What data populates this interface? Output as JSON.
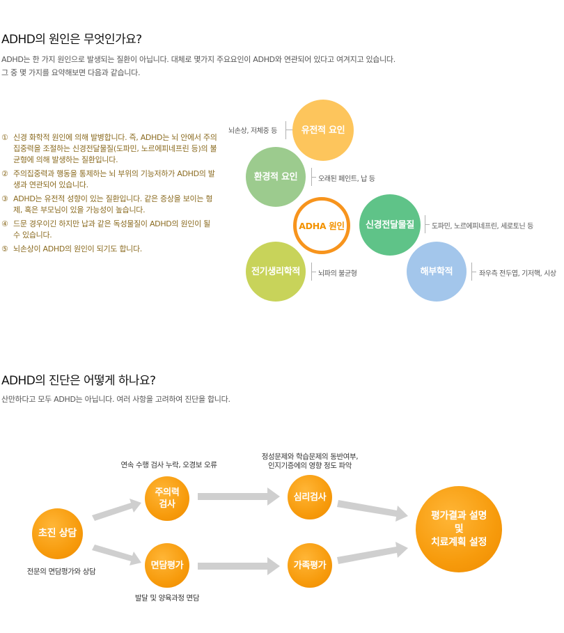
{
  "section1": {
    "title": "ADHD의 원인은 무엇인가요?",
    "desc_line1": "ADHD는 한 가지 원인으로 발생되는 질환이 아닙니다. 대체로 몇가지 주요요인이 ADHD와 연관되어 있다고 여겨지고 있습니다.",
    "desc_line2": "그 중 몇 가지를 요약해보면 다음과 같습니다.",
    "causes": [
      {
        "num": "①",
        "text": "신경 화학적 원인에 의해 발병합니다. 즉, ADHD는 뇌 안에서 주의집중력을 조절하는 신경전달물질(도파민, 노르에피네프린 등)의 불균형에 의해 발생하는 질환입니다."
      },
      {
        "num": "②",
        "text": "주의집중력과 행동을 통제하는 뇌 부위의 기능저하가 ADHD의 발생과 연관되어 있습니다."
      },
      {
        "num": "③",
        "text": "ADHD는 유전적 성향이 있는 질환입니다. 같은 증상을 보이는 형제, 혹은 부모님이 있을 가능성이 높습니다."
      },
      {
        "num": "④",
        "text": "드문 경우이긴 하지만 납과 같은 독성물질이 ADHD의 원인이 될 수 있습니다."
      },
      {
        "num": "⑤",
        "text": "뇌손상이 ADHD의 원인이 되기도 합니다."
      }
    ],
    "diagram": {
      "center": "ADHA 원인",
      "genetic": "유전적 요인",
      "genetic_note": "뇌손상, 저체중 등",
      "environmental": "환경적 요인",
      "environmental_note": "오래된 페인트, 납 등",
      "neuro": "신경전달물질",
      "neuro_note": "도파민, 노르에피네프린, 세로토닌 등",
      "electro": "전기생리학적",
      "electro_note": "뇌파의 불균형",
      "anatomy": "해부학적",
      "anatomy_note": "좌우측 전두엽, 기저핵, 시상",
      "colors": {
        "genetic": "#fdc55c",
        "environmental": "#9ccb8e",
        "neuro": "#5fc388",
        "electro": "#c8d35a",
        "anatomy": "#a3c6eb",
        "center_ring": "#f7941d"
      }
    }
  },
  "section2": {
    "title": "ADHD의 진단은 어떻게 하나요?",
    "desc": "산만하다고 모두 ADHD는 아닙니다. 여러 사항을 고려하여 진단을 합니다.",
    "flow": {
      "initial": "초진 상담",
      "initial_note": "전문의 면담평가와 상담",
      "attention_l1": "주의력",
      "attention_l2": "검사",
      "attention_note": "연속 수행 검사 누락, 오경보 오류",
      "interview": "면담평가",
      "interview_note": "발달 및 양육과정 면담",
      "psych": "심리검사",
      "psych_note_l1": "정성문제와 학습문제의 동반여부,",
      "psych_note_l2": "인지기증에의 영향 정도 파악",
      "family": "가족평가",
      "result_l1": "평가결과 설명",
      "result_l2": "및",
      "result_l3": "치료계획 설정",
      "arrow_color": "#cfcfcf"
    }
  }
}
